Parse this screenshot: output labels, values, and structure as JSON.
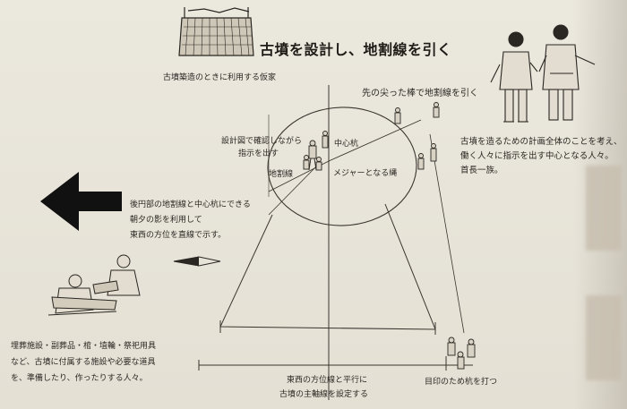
{
  "title": "古墳を設計し、地割線を引く",
  "hut_caption": "古墳築造のときに利用する仮家",
  "pointed_stick_caption": "先の尖った棒で地割線を引く",
  "design_caption_lines": [
    "設計図で確認しながら",
    "指示を出す"
  ],
  "center_stake_label": "中心杭",
  "ground_line_label": "地割線",
  "measure_rope_label": "メジャーとなる縄",
  "planner_caption_lines": [
    "古墳を造るための計画全体のことを考え、",
    "働く人々に指示を出す中心となる人々。",
    "首長一族。"
  ],
  "sun_caption_lines": [
    "後円部の地割線と中心杭にできる",
    "朝夕の影を利用して",
    "東西の方位を直線で示す。"
  ],
  "workers_caption_lines": [
    "埋葬施設・副葬品・棺・埴輪・祭祀用具",
    "など、古墳に付属する施設や必要な道具",
    "を、準備したり、作ったりする人々。"
  ],
  "axis_caption_lines": [
    "東西の方位線と平行に",
    "古墳の主軸線を設定する"
  ],
  "stake_caption": "目印のため杭を打つ",
  "icons": [
    "arrow-left-icon",
    "hut-icon",
    "compass-icon"
  ],
  "colors": {
    "background": "#e7e3d8",
    "ink": "#2a2723",
    "arrow": "#111111"
  }
}
